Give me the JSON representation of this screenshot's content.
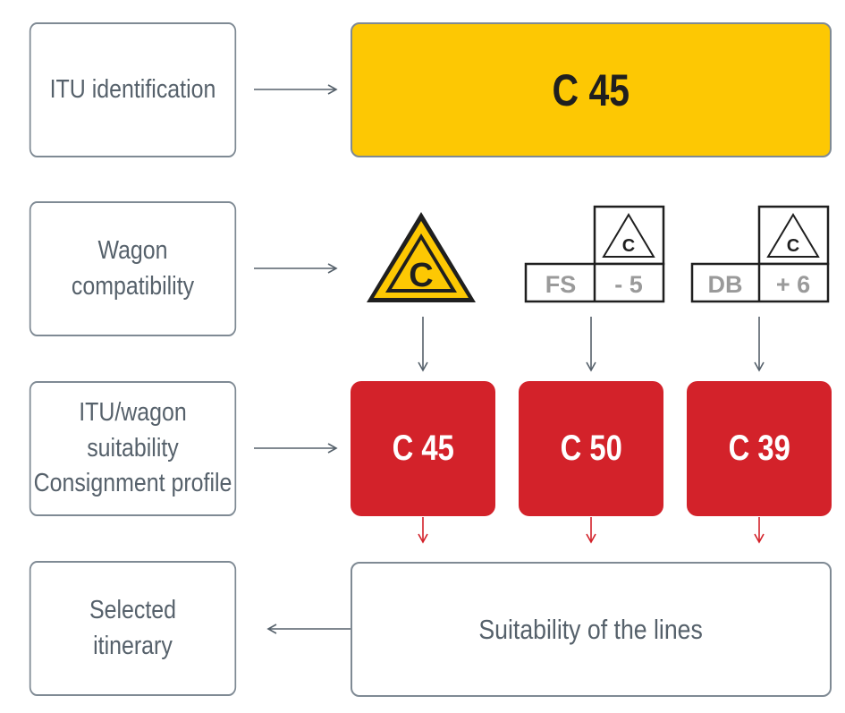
{
  "steps": [
    {
      "lines": [
        "ITU identification"
      ]
    },
    {
      "lines": [
        "Wagon",
        "compatibility"
      ]
    },
    {
      "lines": [
        "ITU/wagon",
        "suitability",
        "Consignment profile"
      ]
    },
    {
      "lines": [
        "Selected",
        "itinerary"
      ]
    }
  ],
  "itu_code": "C 45",
  "compatibility": {
    "sign_letter": "C",
    "codes": [
      {
        "label": "FS",
        "letter": "C",
        "value": "- 5"
      },
      {
        "label": "DB",
        "letter": "C",
        "value": "+ 6"
      }
    ]
  },
  "profiles": [
    "C 45",
    "C 50",
    "C 39"
  ],
  "lines_box": "Suitability of the lines",
  "colors": {
    "yellow": "#fdc803",
    "red": "#d3222a",
    "border": "#7f8a94",
    "text": "#56616b"
  }
}
